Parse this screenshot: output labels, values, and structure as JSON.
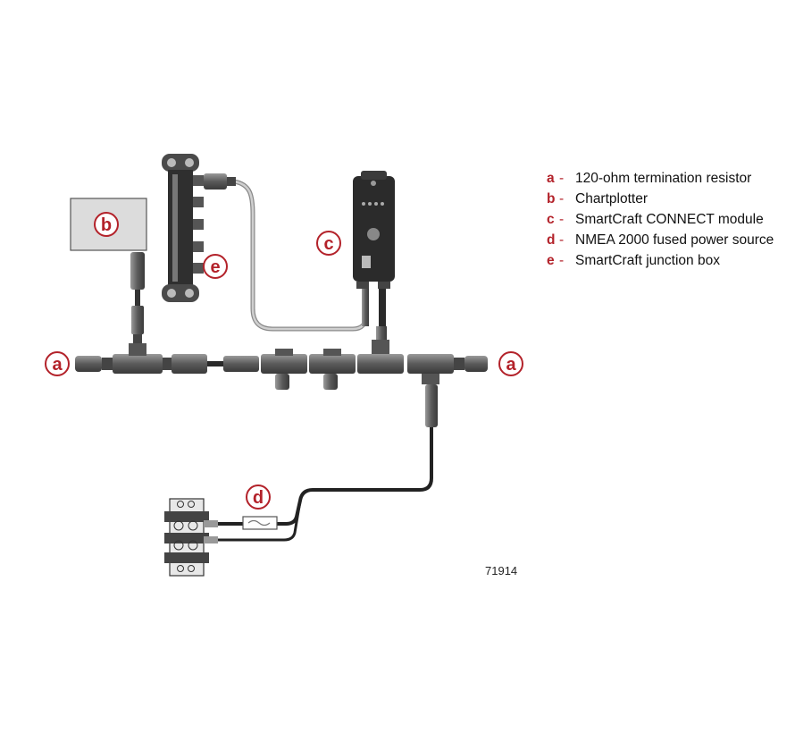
{
  "legend": [
    {
      "letter": "a",
      "dash": "-",
      "text": "120-ohm termination resistor"
    },
    {
      "letter": "b",
      "dash": "-",
      "text": "Chartplotter"
    },
    {
      "letter": "c",
      "dash": "-",
      "text": "SmartCraft CONNECT module"
    },
    {
      "letter": "d",
      "dash": "-",
      "text": "NMEA 2000 fused power source"
    },
    {
      "letter": "e",
      "dash": "-",
      "text": "SmartCraft junction box"
    }
  ],
  "callouts": {
    "a": "a",
    "b": "b",
    "c": "c",
    "d": "d",
    "e": "e"
  },
  "figure_number": "71914",
  "colors": {
    "callout": "#b3222a",
    "cable": "#9e9e9e",
    "dark_cable": "#2a2a2a",
    "connector": "#6a6a6a"
  }
}
